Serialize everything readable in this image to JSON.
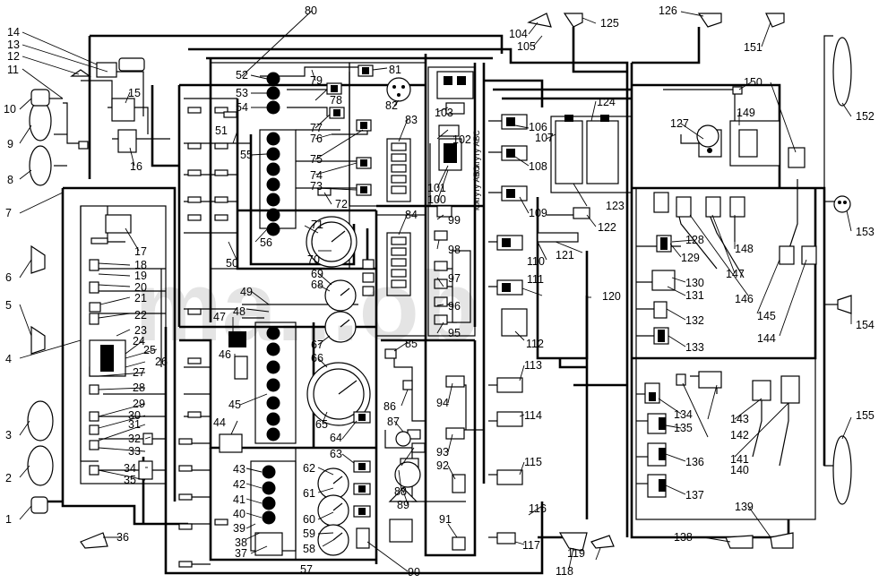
{
  "diagram": {
    "labels_left": [
      "1",
      "2",
      "3",
      "4",
      "5",
      "6",
      "7",
      "8",
      "9",
      "10",
      "11",
      "12",
      "13",
      "14"
    ],
    "labels_panel": [
      "15",
      "16",
      "17",
      "18",
      "19",
      "20",
      "21",
      "22",
      "23",
      "24",
      "25",
      "26",
      "27",
      "28",
      "29",
      "30",
      "31",
      "32",
      "33",
      "34",
      "35",
      "36",
      "37",
      "38",
      "39",
      "40",
      "41",
      "42",
      "43",
      "44",
      "45",
      "46",
      "47",
      "48",
      "49",
      "50",
      "51",
      "52",
      "53",
      "54",
      "55",
      "56",
      "57",
      "58",
      "59",
      "60",
      "61",
      "62",
      "63",
      "64",
      "65",
      "66",
      "67",
      "68",
      "69",
      "70",
      "71",
      "72",
      "73",
      "74",
      "75",
      "76",
      "77",
      "78",
      "79",
      "80",
      "81",
      "82",
      "83",
      "84",
      "85",
      "86",
      "87",
      "88",
      "89",
      "90"
    ],
    "labels_center": [
      "91",
      "92",
      "93",
      "94",
      "95",
      "96",
      "97",
      "98",
      "99",
      "100",
      "101",
      "102",
      "103",
      "104",
      "105",
      "106",
      "107",
      "108",
      "109",
      "110",
      "111",
      "112",
      "113",
      "114",
      "115",
      "116",
      "117",
      "118",
      "119",
      "120",
      "121",
      "122",
      "123",
      "124",
      "125"
    ],
    "labels_right": [
      "126",
      "127",
      "128",
      "129",
      "130",
      "131",
      "132",
      "133",
      "134",
      "135",
      "136",
      "137",
      "138",
      "139",
      "140",
      "141",
      "142",
      "143",
      "144",
      "145",
      "146",
      "147",
      "148",
      "149",
      "150",
      "151",
      "152",
      "153",
      "154",
      "155"
    ],
    "vertical_notes": [
      "к жгуту АБС",
      "к жгуту АБС"
    ],
    "watermark": "ma...ob"
  }
}
